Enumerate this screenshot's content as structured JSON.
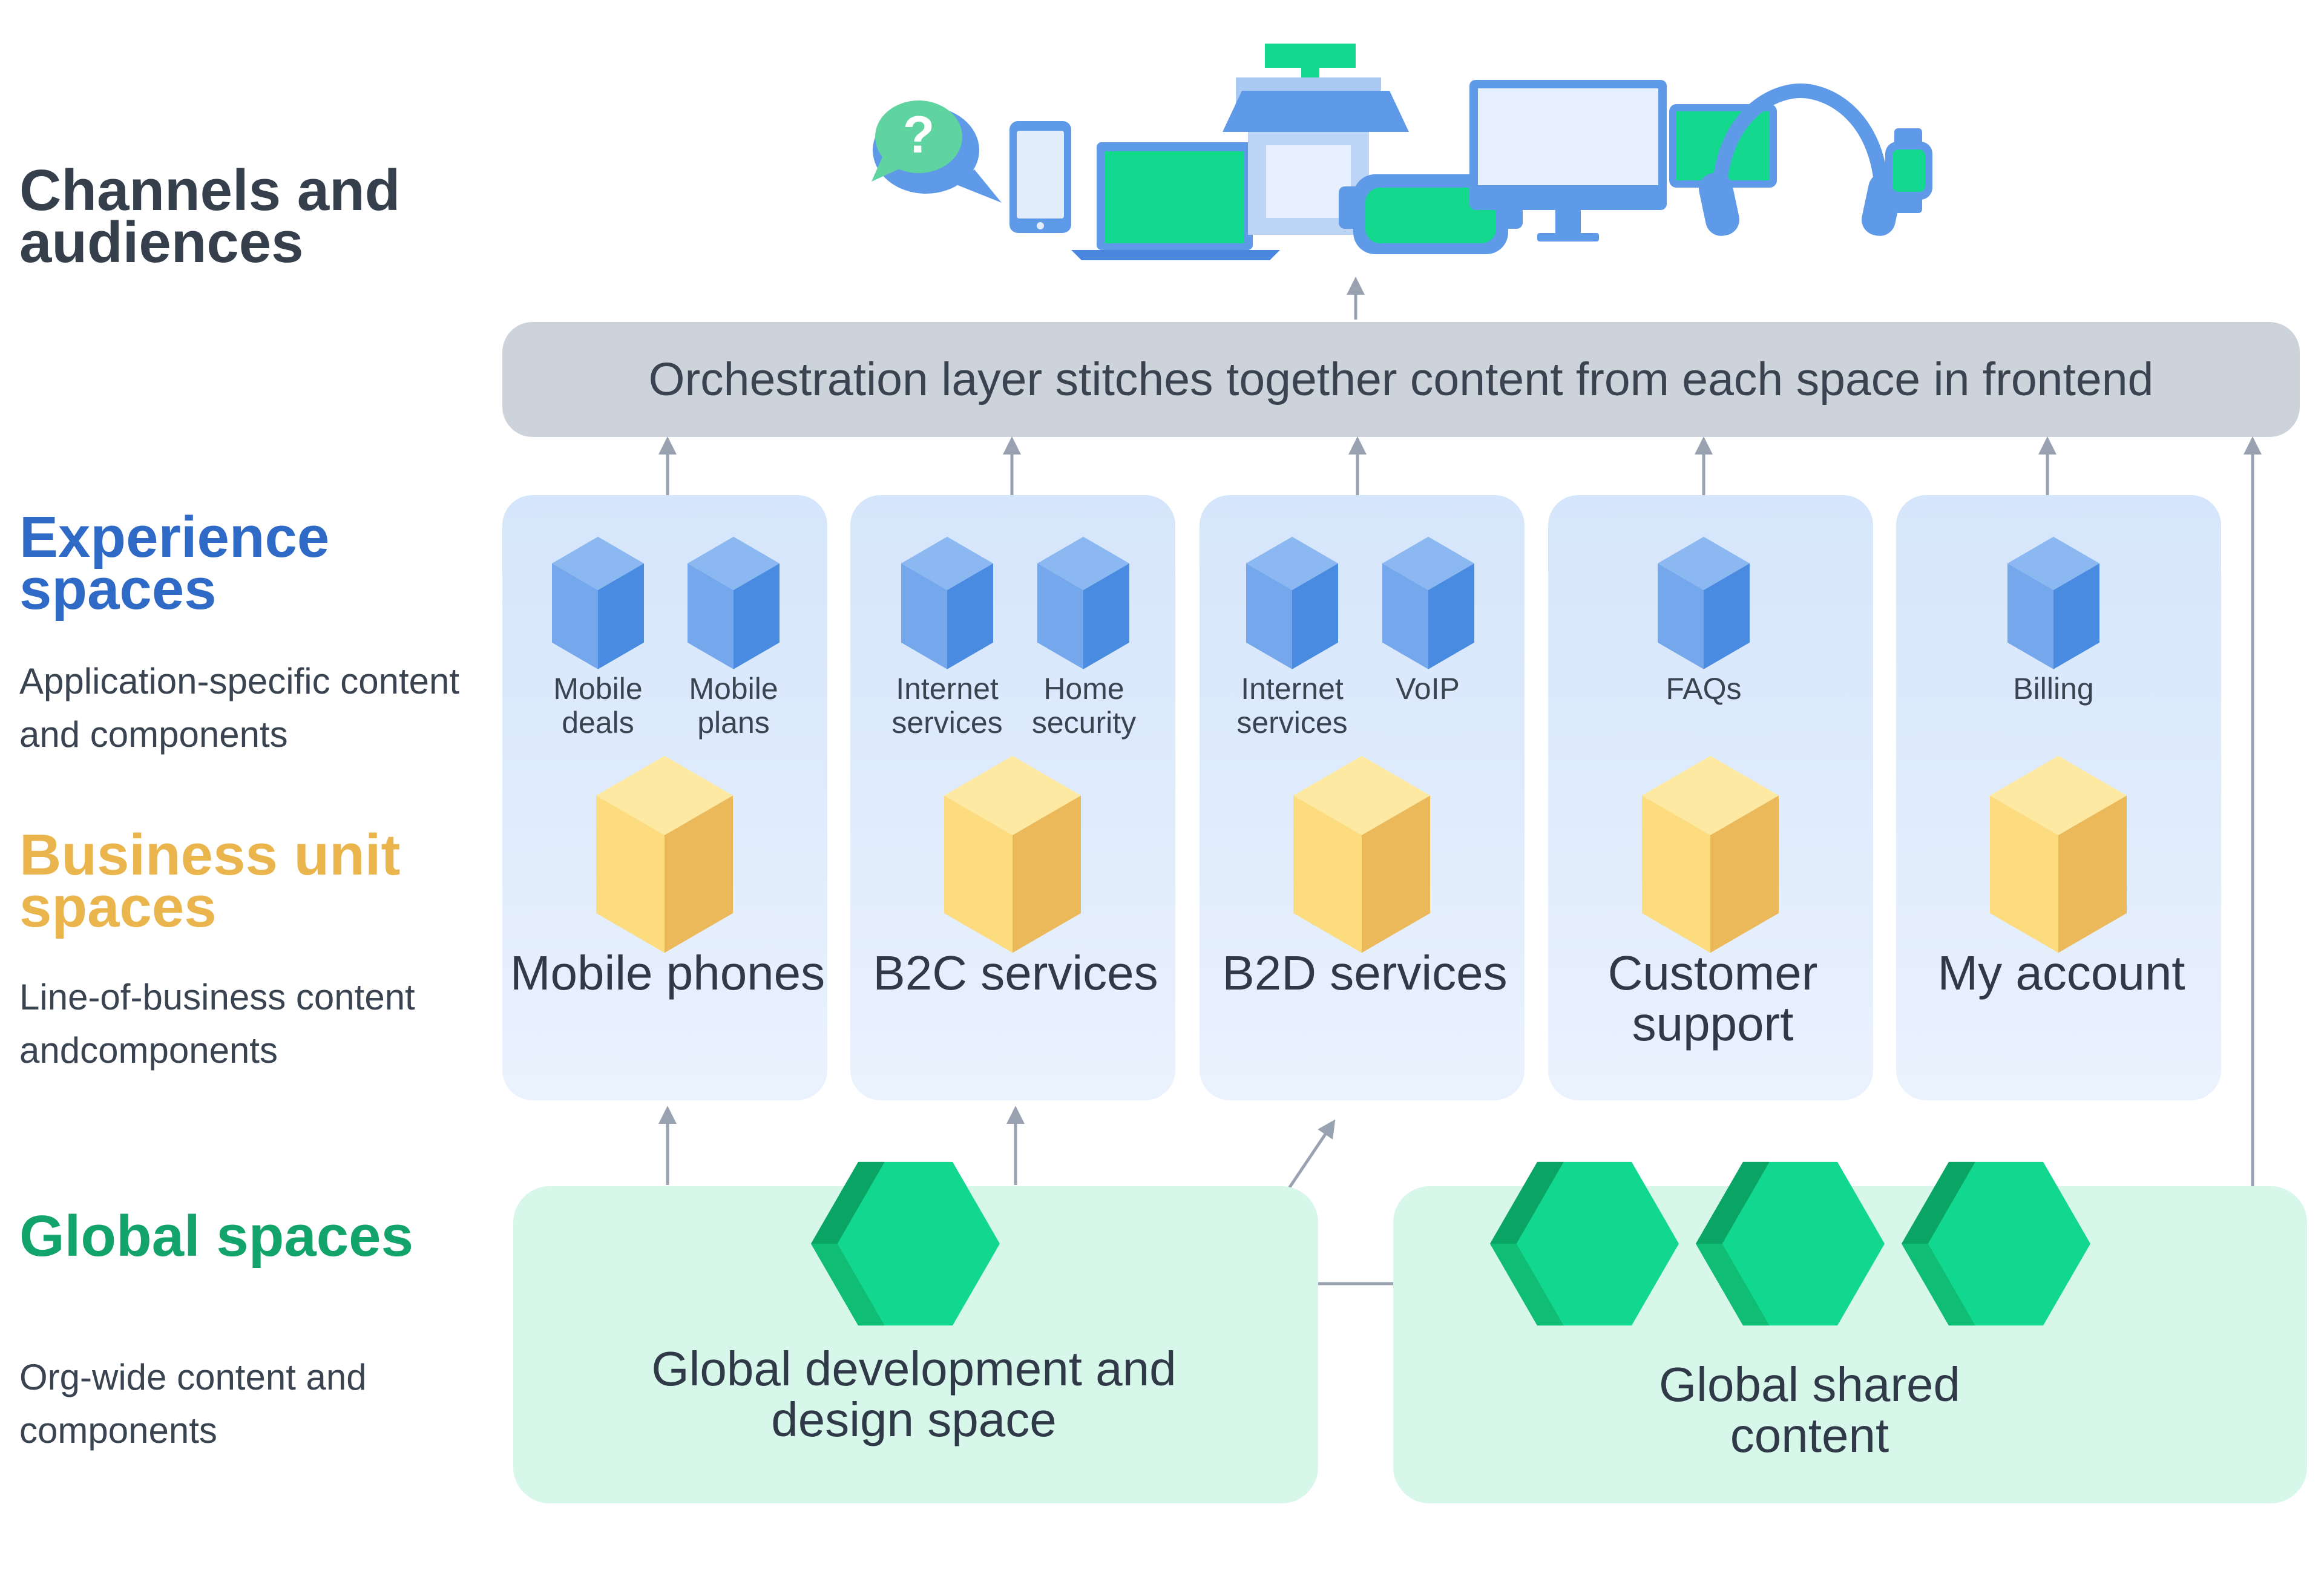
{
  "headings": {
    "channels": "Channels and audiences",
    "experience": "Experience spaces",
    "experience_desc": "Application-specific content and components",
    "business": "Business unit spaces",
    "business_desc": "Line-of-business content andcomponents",
    "global": "Global spaces",
    "global_desc": "Org-wide content and components"
  },
  "orchestration": {
    "label": "Orchestration layer stitches together content from each space in frontend"
  },
  "business_units": [
    {
      "name": "Mobile phones",
      "experiences": [
        "Mobile deals",
        "Mobile plans"
      ]
    },
    {
      "name": "B2C services",
      "experiences": [
        "Internet services",
        "Home security"
      ]
    },
    {
      "name": "B2D services",
      "experiences": [
        "Internet services",
        "VoIP"
      ]
    },
    {
      "name": "Customer support",
      "experiences": [
        "FAQs"
      ]
    },
    {
      "name": "My account",
      "experiences": [
        "Billing"
      ]
    }
  ],
  "global_spaces": {
    "dev": "Global development and design space",
    "shared": "Global shared content"
  },
  "icons": [
    "chat-bubbles-icon",
    "smartphone-icon",
    "laptop-icon",
    "storefront-icon",
    "vr-headset-icon",
    "monitor-icon",
    "tablet-icon",
    "headphones-icon",
    "smartwatch-icon"
  ],
  "colors": {
    "experience_blue": "#2f6bc6",
    "business_yellow": "#ebb54e",
    "global_green": "#12a46a",
    "card_blue": "#dfeafb",
    "card_green": "#d7f7ea",
    "orchestration_gray": "#cdd3db"
  }
}
